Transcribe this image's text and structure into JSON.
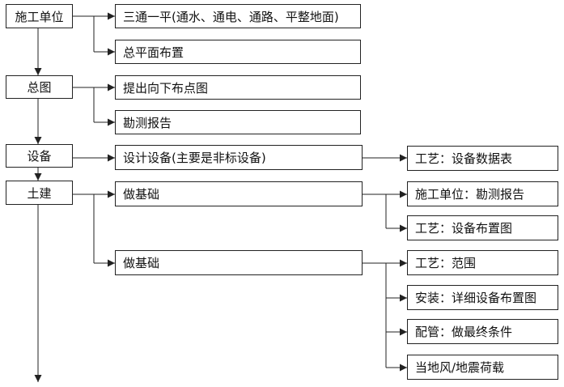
{
  "colors": {
    "line": "#222222",
    "box_border": "#222222",
    "text": "#111111",
    "background": "#ffffff"
  },
  "left_column": {
    "construction_unit": "施工单位",
    "general_plan": "总图",
    "equipment": "设备",
    "civil": "土建"
  },
  "middle_column": {
    "three_one": "三通一平(通水、通电、通路、平整地面)",
    "site_plan": "总平面布置",
    "layout_points": "提出向下布点图",
    "survey_report": "勘测报告",
    "design_equipment": "设计设备(主要是非标设备)",
    "foundation_1": "做基础",
    "foundation_2": "做基础"
  },
  "right_column": {
    "process_datasheet": "工艺：设备数据表",
    "unit_survey": "施工单位：勘测报告",
    "process_layout": "工艺：设备布置图",
    "process_scope": "工艺：范围",
    "install_layout": "安装：详细设备布置图",
    "piping_conditions": "配管：做最终条件",
    "wind_seismic": "当地风/地震荷载"
  }
}
